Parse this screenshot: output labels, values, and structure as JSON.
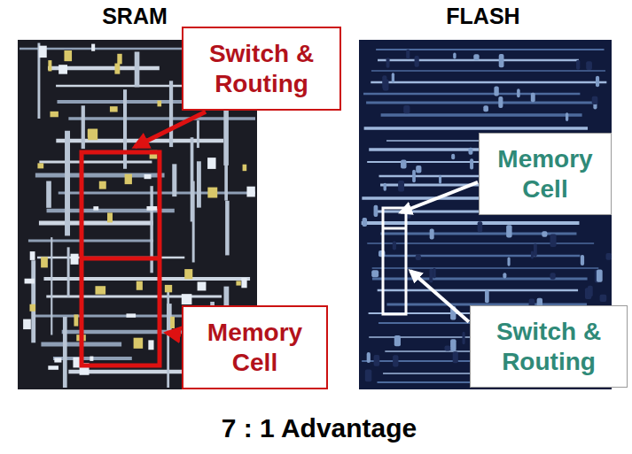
{
  "diagram": {
    "caption": "7 : 1 Advantage",
    "nodes": [
      {
        "text": [
          "Switch & Routing"
        ]
      },
      {
        "text": [
          "Memory Cell"
        ]
      },
      {
        "text": [
          "Memory Cell"
        ]
      },
      {
        "text": [
          "Switch & Routing"
        ]
      }
    ],
    "labels": [
      "SRAM",
      "FLASH"
    ]
  }
}
